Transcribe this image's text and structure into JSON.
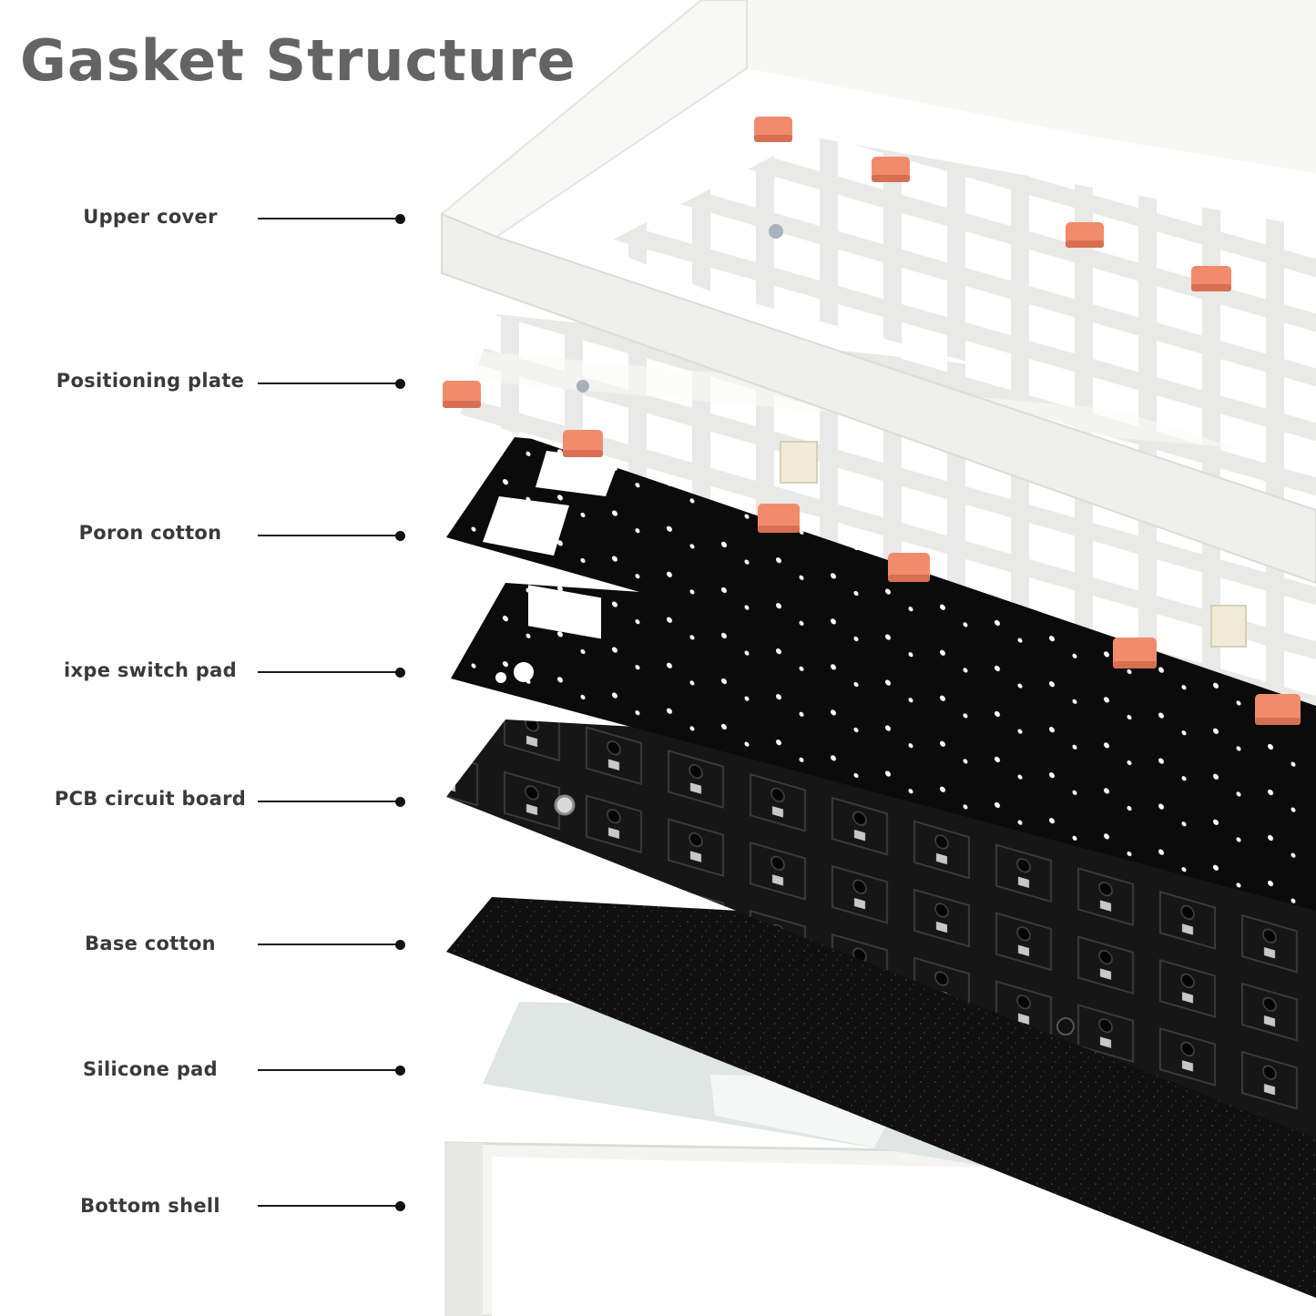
{
  "title": "Gasket Structure",
  "colors": {
    "title": "#646464",
    "label": "#3a3a3a",
    "white_layer": "#f3f3f1",
    "black_layer": "#0d0d0d",
    "gasket": "#f28b6c",
    "silicone": "#dfe6e4"
  },
  "layers": [
    {
      "id": "upper-cover",
      "label": "Upper cover"
    },
    {
      "id": "positioning-plate",
      "label": "Positioning plate"
    },
    {
      "id": "poron-cotton",
      "label": "Poron cotton"
    },
    {
      "id": "ixpe-switch-pad",
      "label": "ixpe switch pad"
    },
    {
      "id": "pcb-circuit-board",
      "label": "PCB circuit board"
    },
    {
      "id": "base-cotton",
      "label": "Base cotton"
    },
    {
      "id": "silicone-pad",
      "label": "Silicone pad"
    },
    {
      "id": "bottom-shell",
      "label": "Bottom shell"
    }
  ]
}
